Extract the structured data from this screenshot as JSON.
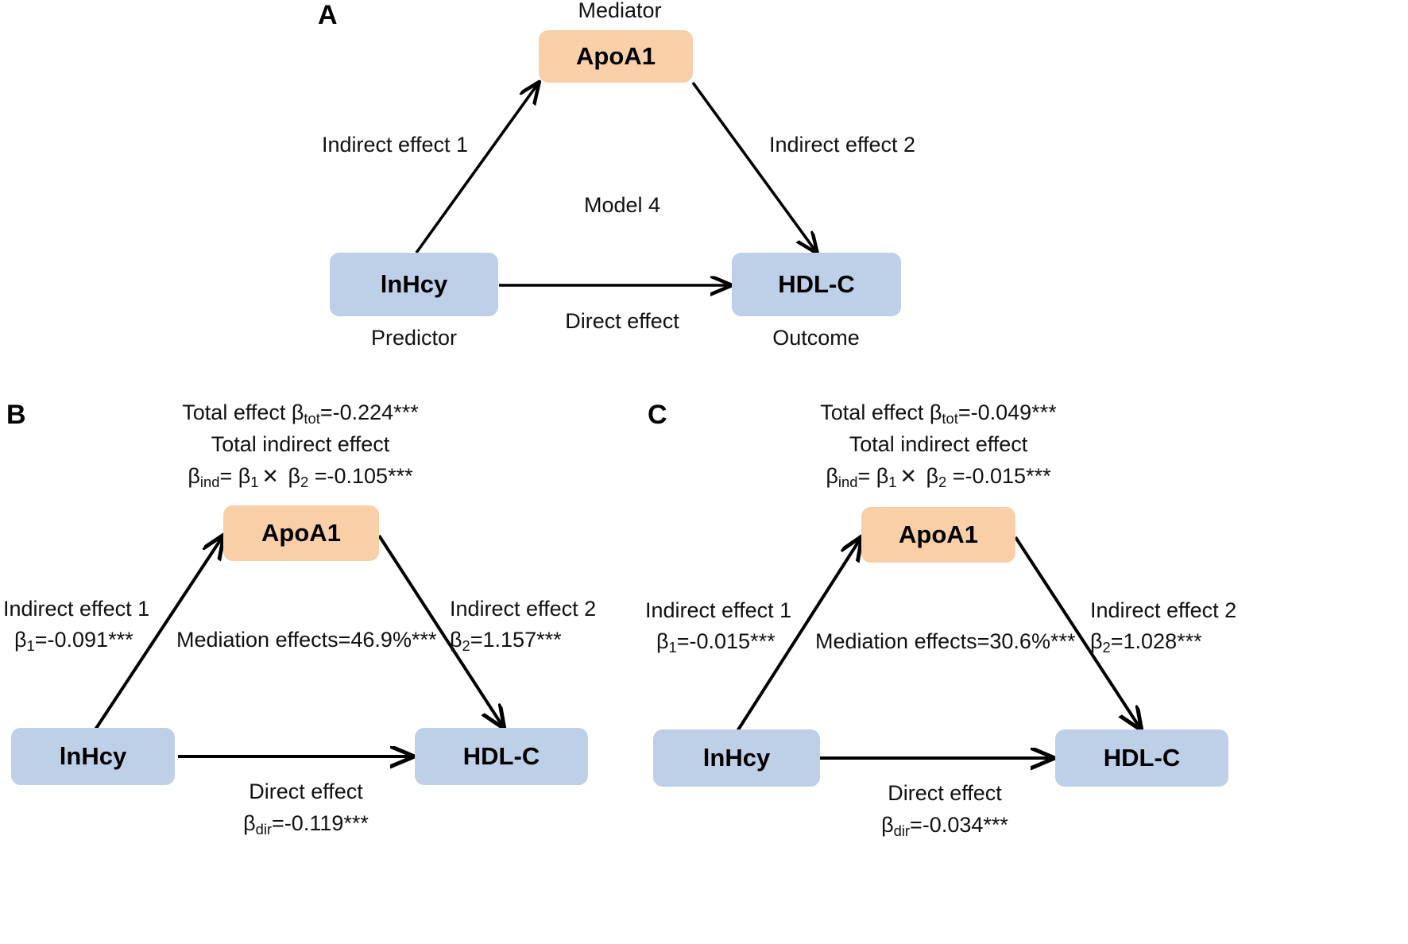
{
  "figure": {
    "type": "mediation-path-diagram",
    "panels": [
      {
        "letter": "A",
        "role_labels": {
          "mediator": "Mediator",
          "predictor": "Predictor",
          "outcome": "Outcome"
        },
        "nodes": {
          "mediator": "ApoA1",
          "predictor": "lnHcy",
          "outcome": "HDL-C"
        },
        "edges": {
          "indirect1": "Indirect effect 1",
          "indirect2": "Indirect effect 2",
          "direct": "Direct effect",
          "model": "Model 4"
        }
      },
      {
        "letter": "B",
        "nodes": {
          "mediator": "ApoA1",
          "predictor": "lnHcy",
          "outcome": "HDL-C"
        },
        "header": {
          "total_effect_label": "Total effect",
          "total_effect_beta": "β",
          "total_effect_sub": "tot",
          "total_effect_value": "=-0.224***",
          "total_indirect_label": "Total indirect effect",
          "indirect_beta": "β",
          "indirect_sub": "ind",
          "indirect_eq": "=",
          "beta1": "β",
          "beta1_sub": "1",
          "times": "✕",
          "beta2": "β",
          "beta2_sub": "2",
          "indirect_value": "=-0.105***"
        },
        "edges": {
          "indirect1_label": "Indirect effect 1",
          "indirect1_beta": "β",
          "indirect1_sub": "1",
          "indirect1_value": "=-0.091***",
          "indirect2_label": "Indirect effect 2",
          "indirect2_beta": "β",
          "indirect2_sub": "2",
          "indirect2_value": "=1.157***",
          "mediation": "Mediation effects=46.9%***",
          "direct_label": "Direct effect",
          "direct_beta": "β",
          "direct_sub": "dir",
          "direct_value": "=-0.119***"
        }
      },
      {
        "letter": "C",
        "nodes": {
          "mediator": "ApoA1",
          "predictor": "lnHcy",
          "outcome": "HDL-C"
        },
        "header": {
          "total_effect_label": "Total effect",
          "total_effect_beta": "β",
          "total_effect_sub": "tot",
          "total_effect_value": "=-0.049***",
          "total_indirect_label": "Total indirect effect",
          "indirect_beta": "β",
          "indirect_sub": "ind",
          "indirect_eq": "=",
          "beta1": "β",
          "beta1_sub": "1",
          "times": "✕",
          "beta2": "β",
          "beta2_sub": "2",
          "indirect_value": "=-0.015***"
        },
        "edges": {
          "indirect1_label": "Indirect effect 1",
          "indirect1_beta": "β",
          "indirect1_sub": "1",
          "indirect1_value": "=-0.015***",
          "indirect2_label": "Indirect effect 2",
          "indirect2_beta": "β",
          "indirect2_sub": "2",
          "indirect2_value": "=1.028***",
          "mediation": "Mediation effects=30.6%***",
          "direct_label": "Direct effect",
          "direct_beta": "β",
          "direct_sub": "dir",
          "direct_value": "=-0.034***"
        }
      }
    ],
    "colors": {
      "mediator_box": "#f9cfa8",
      "predictor_box": "#bdd0e8",
      "outcome_box": "#bdd0e8",
      "arrow": "#000000",
      "text": "#111111",
      "background": "#ffffff"
    }
  }
}
